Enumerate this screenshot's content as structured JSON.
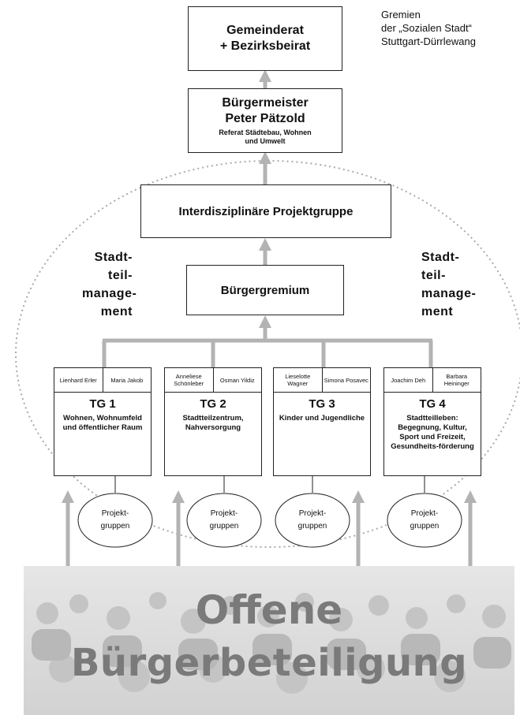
{
  "caption": {
    "line1": "Gremien",
    "line2": "der „Sozialen Stadt“",
    "line3": "Stuttgart-Dürrlewang"
  },
  "gemeinderat": {
    "line1": "Gemeinderat",
    "line2": "+ Bezirksbeirat"
  },
  "buergermeister": {
    "line1": "Bürgermeister",
    "line2": "Peter Pätzold",
    "sub": "Referat Städtebau, Wohnen und Umwelt"
  },
  "projektgruppe": {
    "label": "Interdisziplinäre Projektgruppe"
  },
  "buergergremium": {
    "label": "Bürgergremium"
  },
  "side_label": {
    "l1": "Stadt-",
    "l2": "teil-",
    "l3": "manage-",
    "l4": "ment"
  },
  "tg": [
    {
      "left_name": "Lienhard Erler",
      "right_name": "Maria Jakob",
      "title": "TG 1",
      "desc": "Wohnen, Wohnumfeld und öffentlicher Raum"
    },
    {
      "left_name": "Anneliese Schönleber",
      "right_name": "Osman Yildiz",
      "title": "TG 2",
      "desc": "Stadtteilzentrum, Nahversorgung"
    },
    {
      "left_name": "Lieselotte Wagner",
      "right_name": "Simona Posavec",
      "title": "TG 3",
      "desc": "Kinder und Jugendliche"
    },
    {
      "left_name": "Joachim Deh",
      "right_name": "Barbara Heininger",
      "title": "TG 4",
      "desc": "Stadtteilleben: Begegnung, Kultur, Sport und Freizeit, Gesundheits-förderung"
    }
  ],
  "projektgruppen": {
    "line1": "Projekt-",
    "line2": "gruppen"
  },
  "offene": {
    "line1": "Offene",
    "line2": "Bürgerbeteiligung"
  },
  "colors": {
    "connector": "#b3b3b3",
    "dotted": "#aaaaaa",
    "banner_text": "#7a7a7a"
  }
}
